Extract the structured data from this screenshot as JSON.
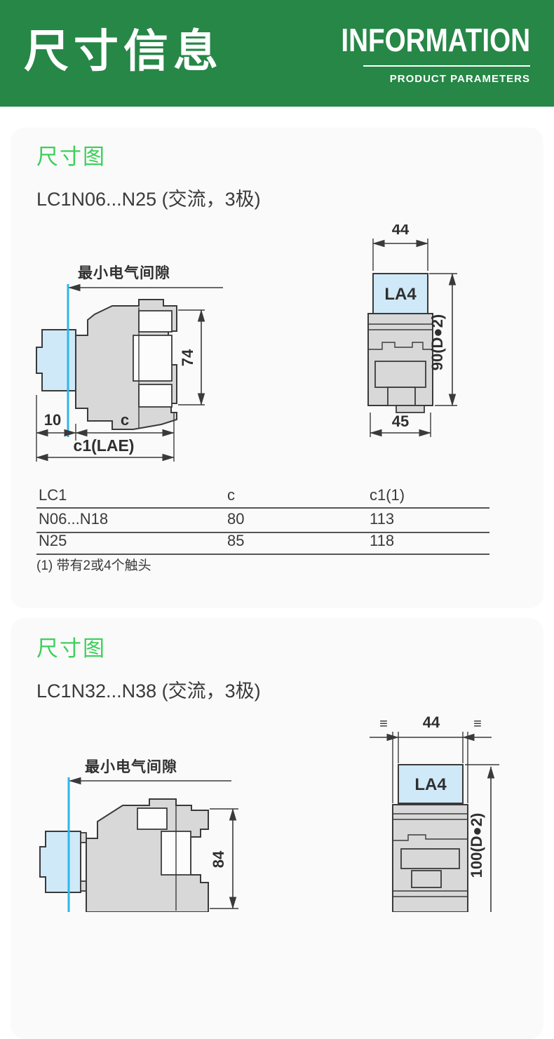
{
  "header": {
    "title": "尺寸信息",
    "subtitle_en": "INFORMATION",
    "tagline_en": "PRODUCT PARAMETERS"
  },
  "section1": {
    "heading": "尺寸图",
    "subtitle": "LC1N06...N25 (交流，3极)",
    "side_view": {
      "clearance_label": "最小电气间隙",
      "height_label": "74",
      "offset_label": "10",
      "c_label": "c",
      "c1_label": "c1(LAE)"
    },
    "front_view": {
      "width_label": "44",
      "name_label": "LA4",
      "height_label": "90(D●2)",
      "base_label": "45"
    },
    "table": {
      "headers": [
        "LC1",
        "c",
        "c1(1)"
      ],
      "rows": [
        [
          "N06...N18",
          "80",
          "113"
        ],
        [
          "N25",
          "85",
          "118"
        ]
      ],
      "footnote": "(1) 带有2或4个触头"
    }
  },
  "section2": {
    "heading": "尺寸图",
    "subtitle": "LC1N32...N38 (交流，3极)",
    "side_view": {
      "clearance_label": "最小电气间隙",
      "height_label": "84"
    },
    "front_view": {
      "equal_left": "≡",
      "equal_right": "≡",
      "width_label": "44",
      "name_label": "LA4",
      "height_label": "100(D●2)"
    }
  },
  "colors": {
    "header_green": "#268747",
    "accent_green": "#3ecf5c",
    "cyan_line": "#2eb6ea",
    "drawing_fill": "#d8d8d8",
    "blue_fill": "#cfe9f8",
    "card_bg": "#fafafa",
    "line_color": "#3a3a3a"
  }
}
